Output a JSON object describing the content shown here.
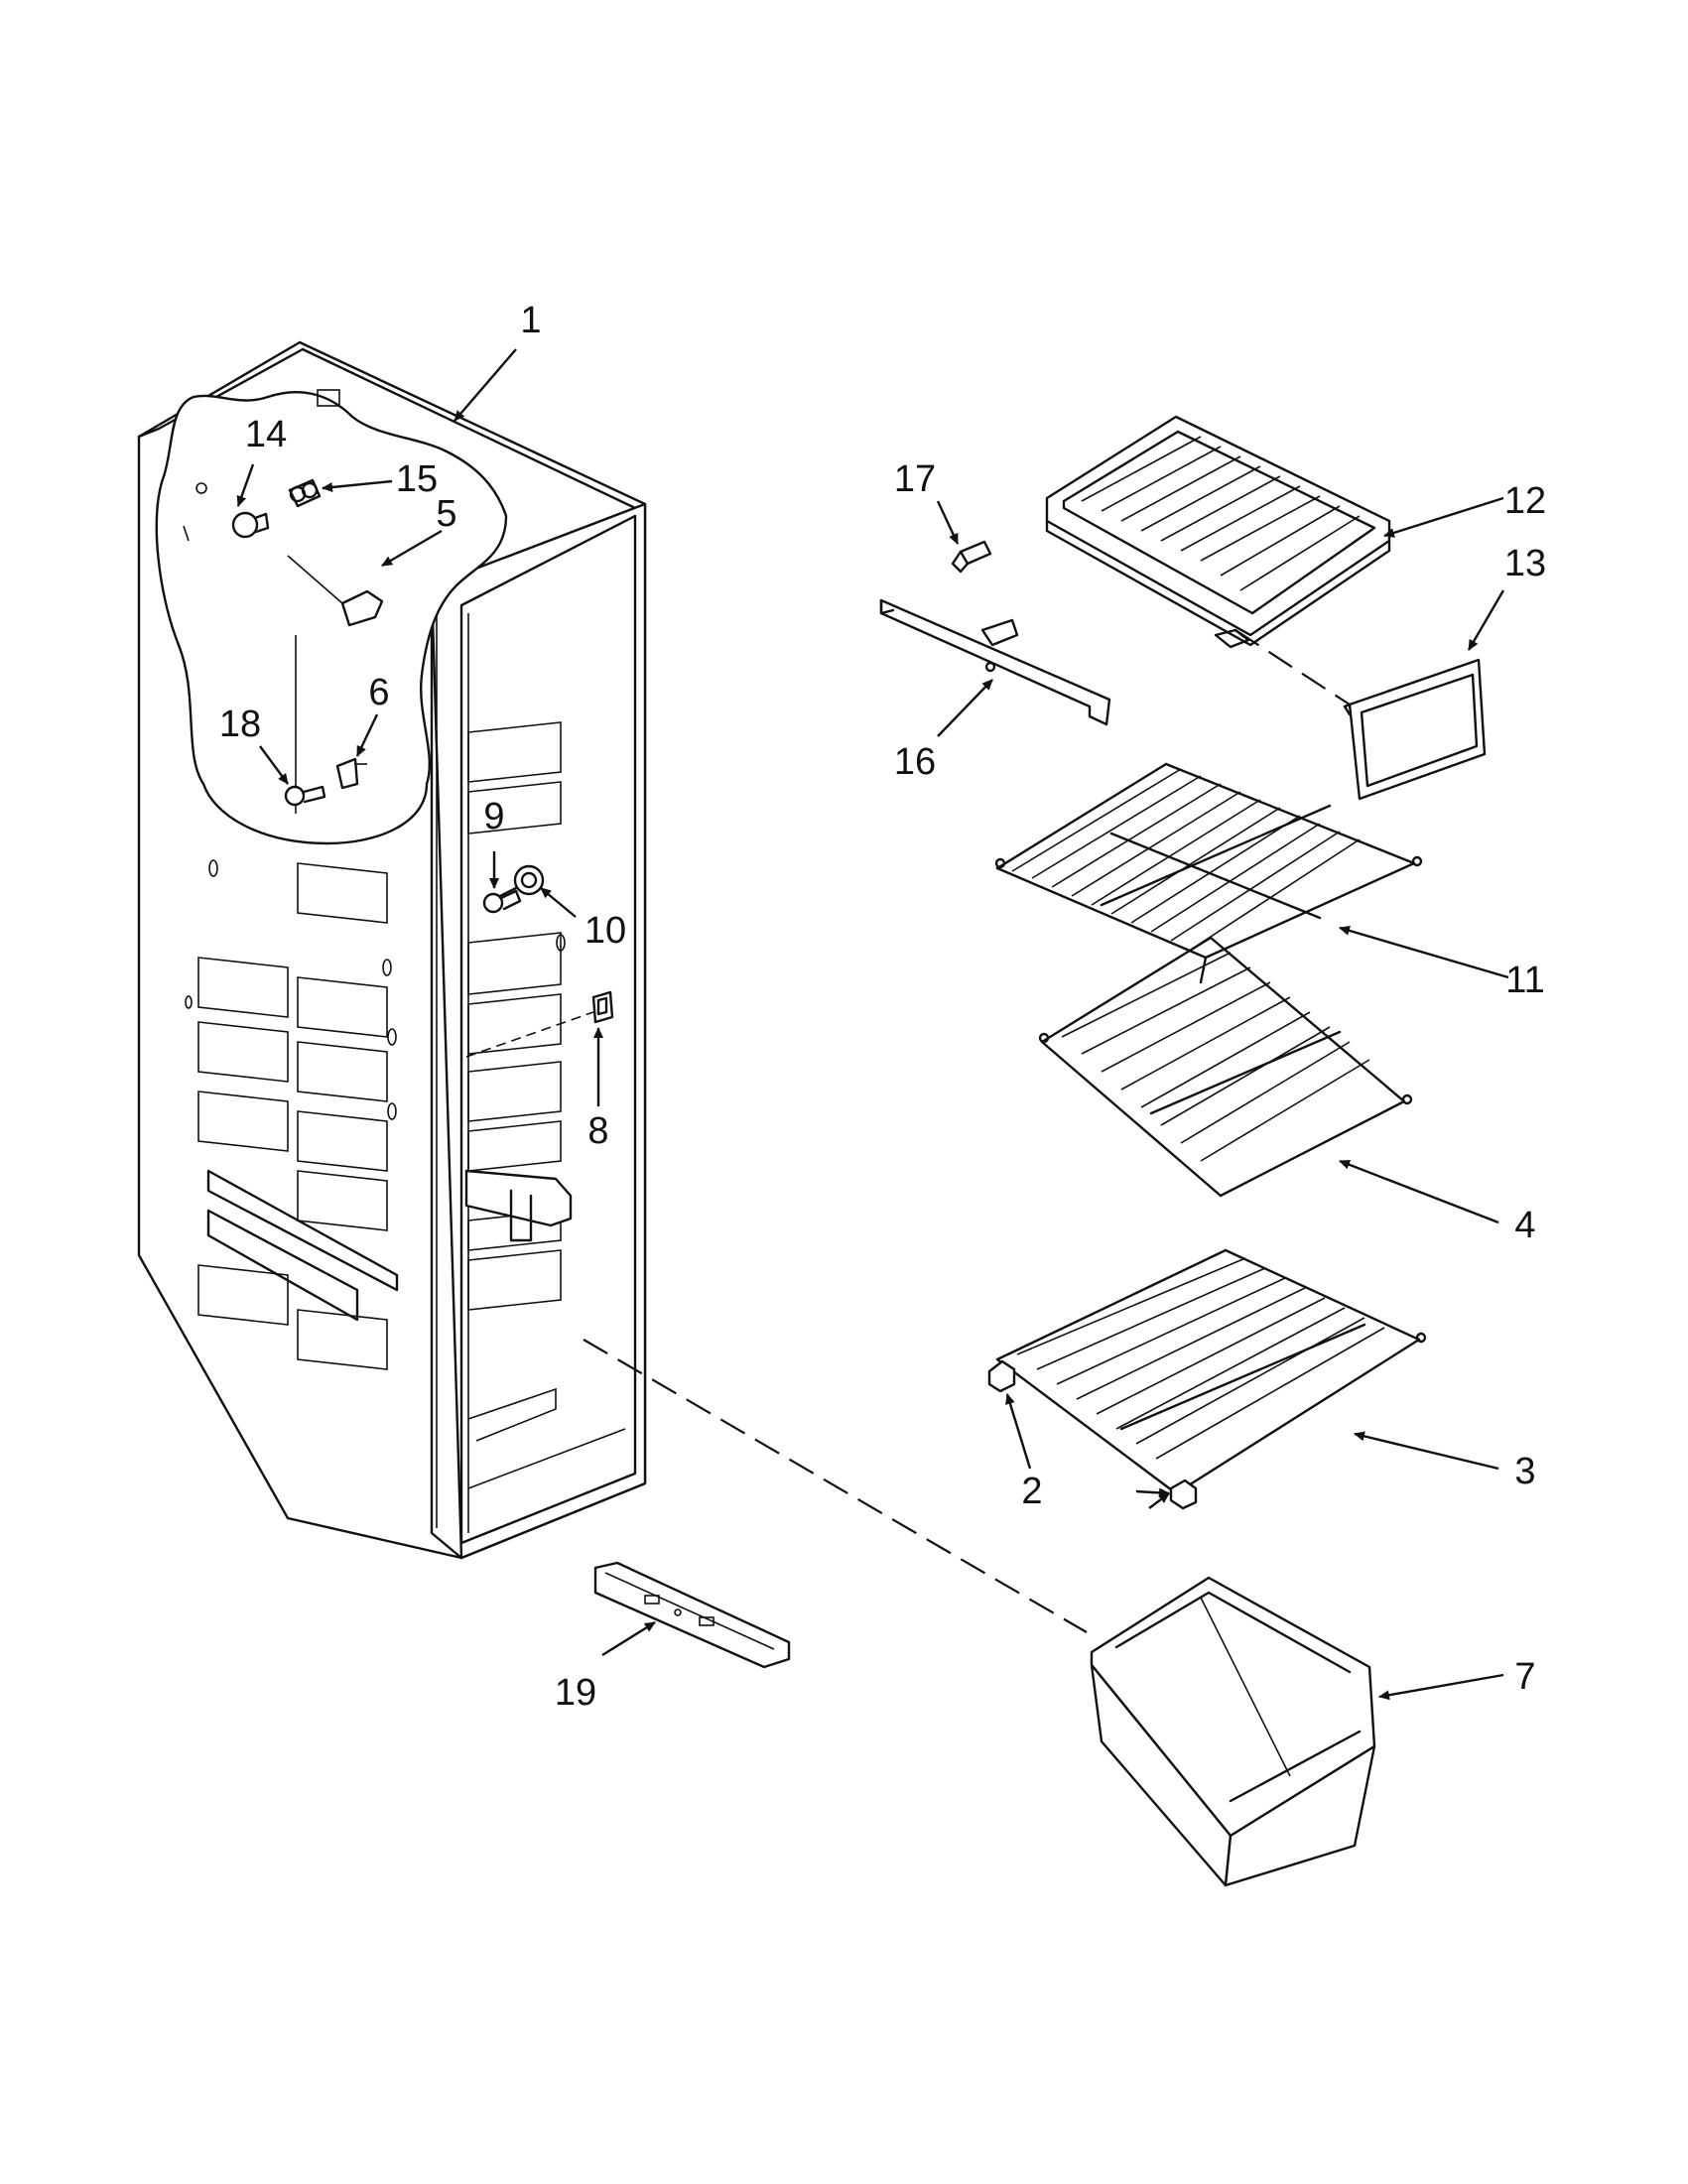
{
  "diagram": {
    "callouts": [
      {
        "id": "c1",
        "label": "1"
      },
      {
        "id": "c2",
        "label": "2"
      },
      {
        "id": "c3",
        "label": "3"
      },
      {
        "id": "c4",
        "label": "4"
      },
      {
        "id": "c5",
        "label": "5"
      },
      {
        "id": "c6",
        "label": "6"
      },
      {
        "id": "c7",
        "label": "7"
      },
      {
        "id": "c8",
        "label": "8"
      },
      {
        "id": "c9",
        "label": "9"
      },
      {
        "id": "c10",
        "label": "10"
      },
      {
        "id": "c11",
        "label": "11"
      },
      {
        "id": "c12",
        "label": "12"
      },
      {
        "id": "c13",
        "label": "13"
      },
      {
        "id": "c14",
        "label": "14"
      },
      {
        "id": "c15",
        "label": "15"
      },
      {
        "id": "c16",
        "label": "16"
      },
      {
        "id": "c17",
        "label": "17"
      },
      {
        "id": "c18",
        "label": "18"
      },
      {
        "id": "c19",
        "label": "19"
      }
    ]
  }
}
